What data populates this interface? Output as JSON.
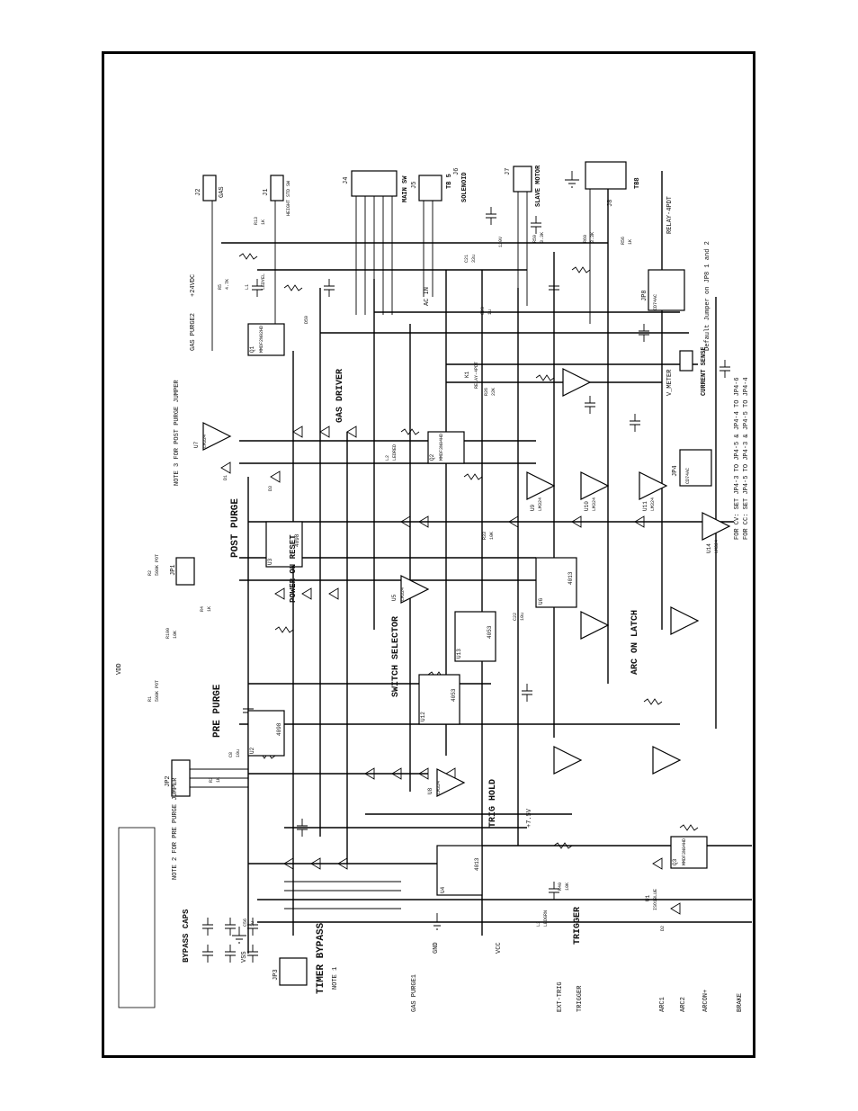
{
  "sections": {
    "pre_purge": "PRE PURGE",
    "post_purge": "POST PURGE",
    "power_on_reset": "POWER ON RESET",
    "switch_selector": "SWITCH SELECTOR",
    "trig_hold": "TRIG HOLD",
    "gas_driver": "GAS DRIVER",
    "arc_on_latch": "ARC ON LATCH",
    "trigger": "TRIGGER",
    "timer_bypass": "TIMER BYPASS",
    "bypass_caps": "BYPASS CAPS"
  },
  "notes": {
    "note1": "NOTE 1",
    "note2": "NOTE 2 FOR PRE PURGE JUMPER",
    "note3": "NOTE 3 FOR POST PURGE JUMPER",
    "note4_line1": "FOR CV: SET JP4-3 TO JP4-5 & JP4-4 TO JP4-6",
    "note4_line2": "FOR CC: SET JP4-5 TO JP4-3 & JP4-5 TO JP4-4",
    "jumper_default": "Default Jumper on JP8 1 and 2"
  },
  "connectors": {
    "j2": "J2",
    "gas": "GAS",
    "j1": "J1",
    "j1_label": "HEIGHT STD SW",
    "j4": "J4",
    "main_sw": "MAIN SW",
    "j5": "J5",
    "tb5": "TB 5",
    "j6": "J6",
    "solenoid": "SOLENOID",
    "j7": "J7",
    "slave_motor": "SLAVE MOTOR",
    "j8": "J8",
    "tb8": "TB8",
    "jp1": "JP1",
    "jp2": "JP2",
    "jp3": "JP3",
    "jp4": "JP4",
    "jp8": "JP8",
    "current_sense": "CURRENT SENSE",
    "v_meter": "V_METER",
    "relay_4pdt": "RELAY-4PDT",
    "ac_in": "AC IN"
  },
  "ics": {
    "u2": "U2",
    "u2_part": "4098",
    "u3": "U3",
    "u3_part": "4098",
    "u4": "U4",
    "u4_part": "4013",
    "u5": "U5",
    "u5_part": "LM324",
    "u6": "U6",
    "u6_part": "4013",
    "u7": "U7",
    "u7_part": "LM324",
    "u8": "U8",
    "u8_part": "LM324",
    "u9": "U9",
    "u9_part": "LM324",
    "u10": "U10",
    "u10_part": "LM324",
    "u11": "U11",
    "u11_part": "LM324",
    "u12": "U12",
    "u12_part": "4053",
    "u13": "U13",
    "u13_part": "4053",
    "u14": "U14",
    "u14_part": "LM324",
    "q1": "Q1",
    "q1_part": "MMDF2N02HD",
    "q2": "Q2",
    "q2_part": "MMDF3N04HD",
    "q3": "Q3",
    "q3_part": "MMDF3N04HD",
    "k1": "K1",
    "k1_part": "RELAY-4PDT",
    "oc1": "U1",
    "oc1_part": "ISO1BLUE",
    "cd74_1": "CD74AC",
    "cd74_2": "CD74AC"
  },
  "inputs": {
    "ext_trig": "EXT-TRIG",
    "trigger": "TRIGGER",
    "arc1": "ARC1",
    "arc2": "ARC2",
    "arc_on": "ARCON+",
    "brake": "BRAKE",
    "gnd": "GND",
    "gas_purge1": "GAS PURGE1",
    "gas_purge2": "GAS PURGE2",
    "vdd": "VDD",
    "vcc": "VCC",
    "vss": "VSS",
    "v24vdc": "+24VDC",
    "v75": "+7.5V"
  },
  "components": {
    "r2": "R2",
    "r2_v": "500K POT",
    "r1": "R1",
    "r1_v": "500K POT",
    "r_pre": "R100",
    "r_pre_v": "10K",
    "c_pre": "C8",
    "c_pre_v": "10u",
    "r4": "R4",
    "r4_v": "1K",
    "r3": "R3",
    "r3_v": "1K",
    "r5": "R5",
    "r5_v": "4.7K",
    "r13": "R13",
    "r13_v": "1K",
    "r26": "R26",
    "r26_v": "22K",
    "r33": "R33",
    "r33_v": "10K",
    "r40": "R40",
    "r40_v": "10K",
    "r56": "R56",
    "r56_v": "1K",
    "r59": "R59",
    "r59_v": "3.3K",
    "r60": "R60",
    "r60_v": "3.3K",
    "c20": "C20",
    "c20_v": "1u",
    "c21": "C21",
    "c21_v": "33u",
    "c22": "C22",
    "c22_v": "10u",
    "c56": "C56",
    "c56_v": "1u",
    "l1": "L1",
    "l1_v": "LEDYEL",
    "l2": "L2",
    "l2_v": "LEDRED",
    "l3": "L3",
    "l3_v": "LEDGRN",
    "d1": "D1",
    "d2": "D2",
    "d3": "D3",
    "d59": "D59",
    "v_rating": "130V"
  }
}
